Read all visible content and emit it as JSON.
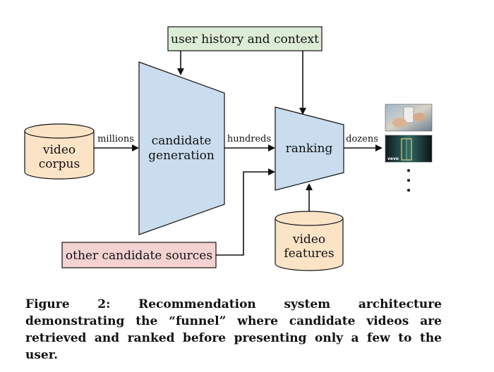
{
  "nodes": {
    "user_history": "user history and context",
    "video_corpus": [
      "video",
      "corpus"
    ],
    "candidate_generation": [
      "candidate",
      "generation"
    ],
    "ranking": "ranking",
    "video_features": [
      "video",
      "features"
    ],
    "other_sources": "other candidate sources"
  },
  "edges": {
    "millions": "millions",
    "hundreds": "hundreds",
    "dozens": "dozens"
  },
  "thumbnail_text": "vevo",
  "caption": "Figure 2: Recommendation system architecture demonstrating the “funnel” where candidate videos are retrieved and ranked before presenting only a few to the user.",
  "colors": {
    "green_box": "#dcecd6",
    "blue_shape": "#c9ddee",
    "orange_cyl": "#fbe3c6",
    "pink_box": "#f4d2d2",
    "stroke": "#111111"
  }
}
